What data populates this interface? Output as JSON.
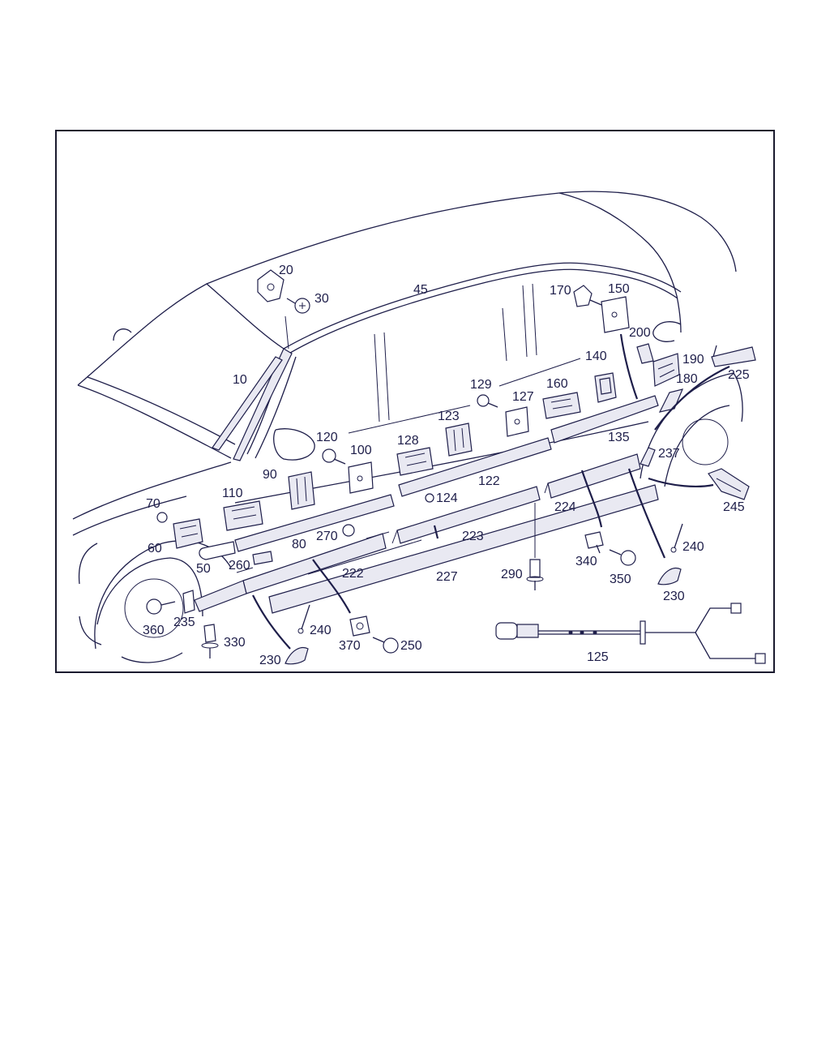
{
  "colors": {
    "ink": "#1e1e4a",
    "background": "#ffffff"
  },
  "labels": {
    "p10": "10",
    "p20": "20",
    "p30": "30",
    "p45": "45",
    "p50": "50",
    "p60": "60",
    "p70": "70",
    "p80": "80",
    "p90": "90",
    "p100": "100",
    "p110": "110",
    "p120": "120",
    "p122": "122",
    "p123": "123",
    "p124": "124",
    "p125": "125",
    "p127": "127",
    "p128": "128",
    "p129": "129",
    "p135": "135",
    "p140": "140",
    "p150": "150",
    "p160": "160",
    "p170": "170",
    "p180": "180",
    "p190": "190",
    "p200": "200",
    "p222": "222",
    "p223": "223",
    "p224": "224",
    "p225": "225",
    "p227": "227",
    "p230a": "230",
    "p230b": "230",
    "p235": "235",
    "p237": "237",
    "p240a": "240",
    "p240b": "240",
    "p245": "245",
    "p250": "250",
    "p260": "260",
    "p270": "270",
    "p290": "290",
    "p330": "330",
    "p340": "340",
    "p350": "350",
    "p360": "360",
    "p370": "370"
  }
}
